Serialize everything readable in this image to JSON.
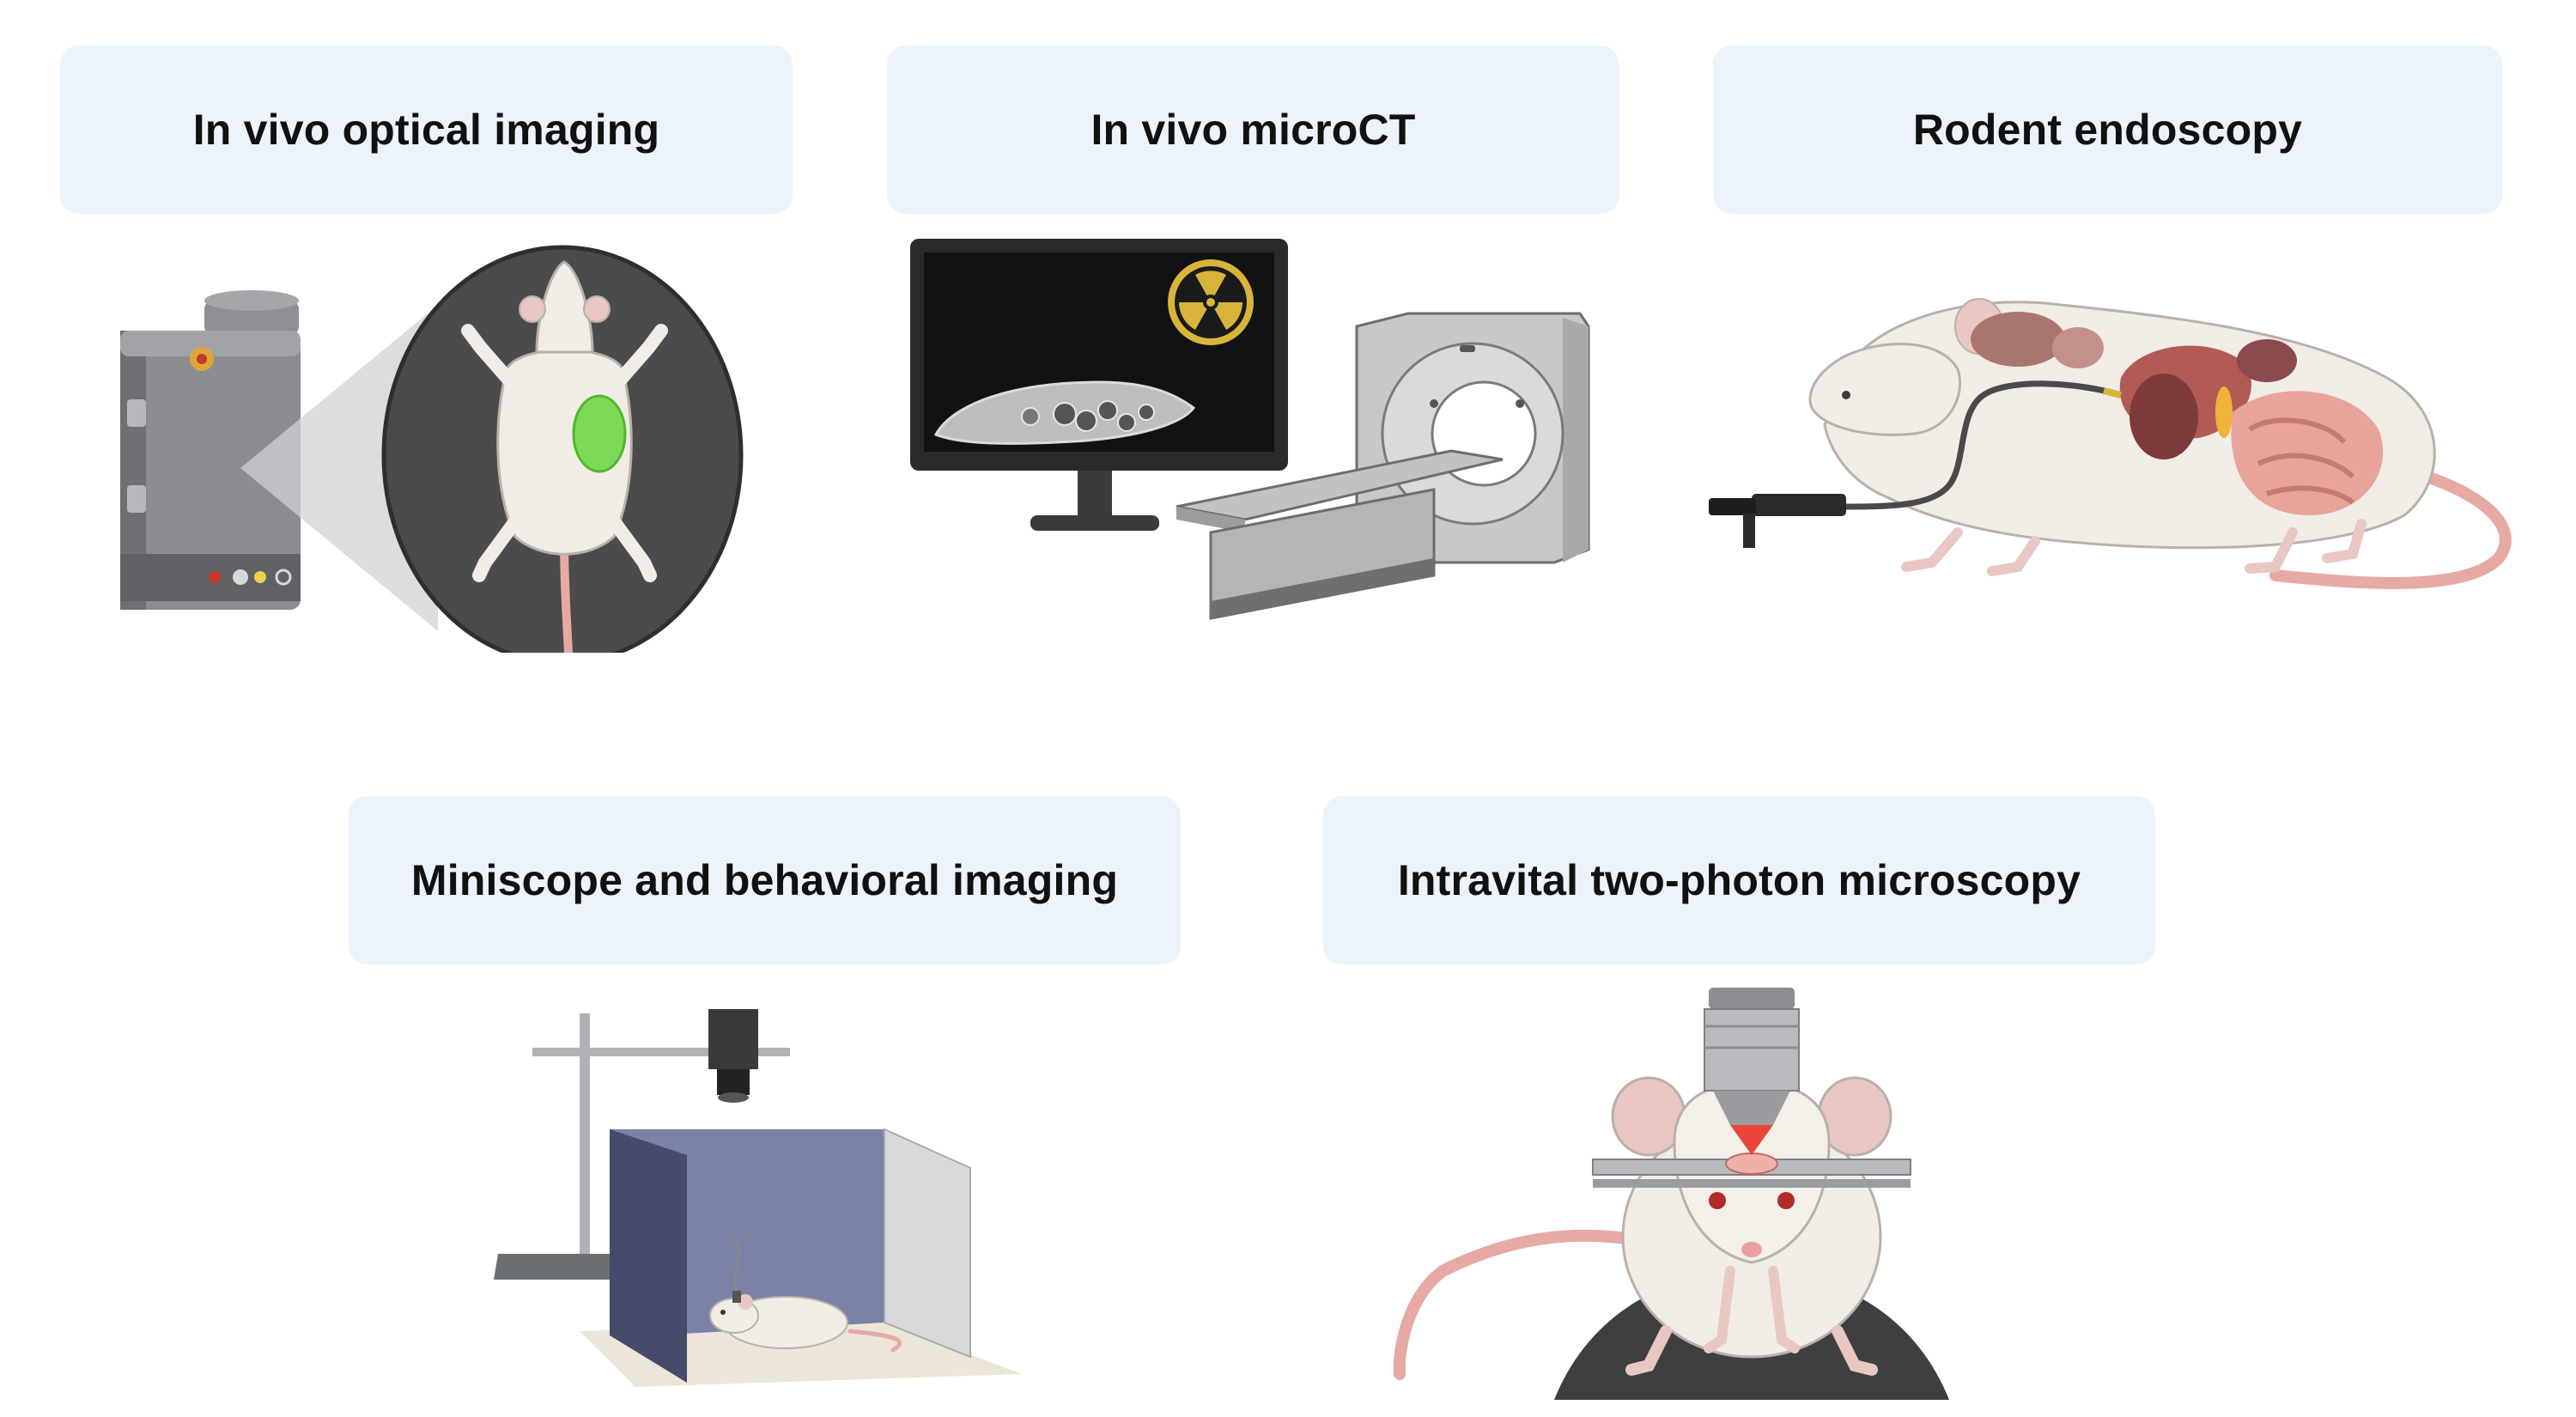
{
  "panels": [
    {
      "id": "optical",
      "title": "In vivo optical imaging"
    },
    {
      "id": "microct",
      "title": "In vivo microCT"
    },
    {
      "id": "endoscopy",
      "title": "Rodent endoscopy"
    },
    {
      "id": "miniscope",
      "title": "Miniscope and behavioral imaging"
    },
    {
      "id": "twophoton",
      "title": "Intravital two-photon microscopy"
    }
  ],
  "colors": {
    "label_bg": "#ecf3fb",
    "mouse_body": "#f1ece6",
    "tail_pink": "#e6a9a4",
    "fluorescence_green": "#7ed957",
    "radiation_yellow": "#d9b43a",
    "arena_wall": "#7b82a6",
    "laser_red": "#e8463a"
  }
}
